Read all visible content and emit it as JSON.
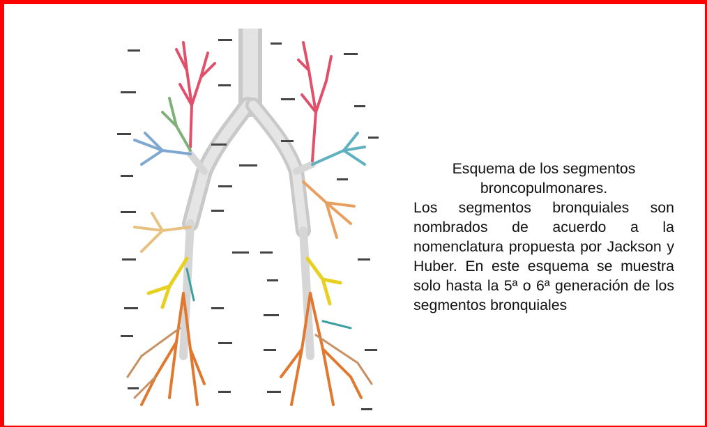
{
  "slide": {
    "border_color": "#ff0000",
    "caption": {
      "line_1": "Esquema de los segmentos",
      "line_2": "broncopulmonares.",
      "paragraph": "Los segmentos bronquiales son nombrados de acuerdo a la nomenclatura propuesta por Jackson y Huber. En este esquema se muestra solo hasta la 5ª o 6ª generación de los segmentos bronquiales"
    }
  },
  "figure": {
    "subject": "bronchial-tree-illustration",
    "segment_colors": {
      "trachea": "#d8d8d8",
      "apical": "#e0506a",
      "posterior": "#7fb07a",
      "anterior": "#7fa8d0",
      "lingular": "#e8a060",
      "middle": "#e8c080",
      "superior_lower": "#e8d020",
      "basal": "#e07830",
      "medial_basal": "#c89060",
      "lateral_basal": "#3aa0a0"
    }
  }
}
